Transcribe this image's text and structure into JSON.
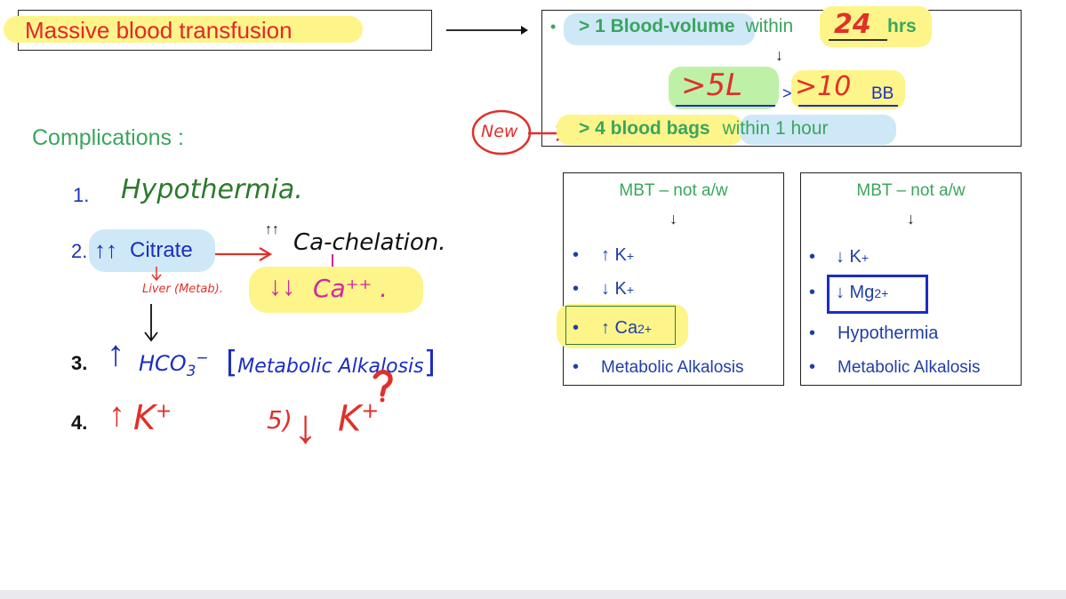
{
  "title": "Massive blood transfusion",
  "definition": {
    "line1_prefix": "> 1 Blood-volume",
    "line1_within": "within",
    "line1_hours_value": "24",
    "line1_hours_unit": "hrs",
    "down_arrow": "↓",
    "volume_value": ">5L",
    "gt": ">",
    "bags_value": ">10",
    "bags_unit": "BB",
    "new_label": "New",
    "line3_bags": "> 4 blood bags",
    "line3_within": "within 1 hour"
  },
  "complications": {
    "heading": "Complications :",
    "items": [
      {
        "num": "1.",
        "text": "Hypothermia."
      },
      {
        "num": "2.",
        "arrow": "↑↑",
        "text": "Citrate",
        "chelation": "Ca-chelation.",
        "up_arrows": "↑↑",
        "liver": "Liver (Metab).",
        "calcium": "Ca⁺⁺ .",
        "down_arrows": "↓↓"
      },
      {
        "num": "3.",
        "arrow": "↑",
        "hco": "HCO",
        "hco_sub": "3",
        "hco_sup": "−",
        "alkalosis": "Metabolic Alkalosis"
      },
      {
        "num": "4.",
        "arrow": "↑",
        "k": "K",
        "k_sup": "+",
        "five": "5)",
        "five_arrow": "↓",
        "five_k": "K",
        "five_sup": "+"
      }
    ]
  },
  "panel_left": {
    "header": "MBT – not a/w",
    "arrow": "↓",
    "items": [
      {
        "bullet": "•",
        "text": "↑ K",
        "sup": "+"
      },
      {
        "bullet": "•",
        "text": "↓ K",
        "sup": "+"
      },
      {
        "bullet": "•",
        "text": "↑ Ca",
        "sup": "2+"
      },
      {
        "bullet": "•",
        "text": "Metabolic Alkalosis",
        "sup": ""
      }
    ]
  },
  "panel_right": {
    "header": "MBT – not a/w",
    "arrow": "↓",
    "items": [
      {
        "bullet": "•",
        "text": "↓ K",
        "sup": "+"
      },
      {
        "bullet": "•",
        "text": "↓ Mg",
        "sup": "2+"
      },
      {
        "bullet": "•",
        "text": "Hypothermia",
        "sup": ""
      },
      {
        "bullet": "•",
        "text": "Metabolic Alkalosis",
        "sup": ""
      }
    ]
  },
  "colors": {
    "green": "#3aa55d",
    "blue": "#1b2ec0",
    "red": "#e0302a",
    "yellow": "#fdf58a",
    "lightblue": "#cfe8f7"
  }
}
